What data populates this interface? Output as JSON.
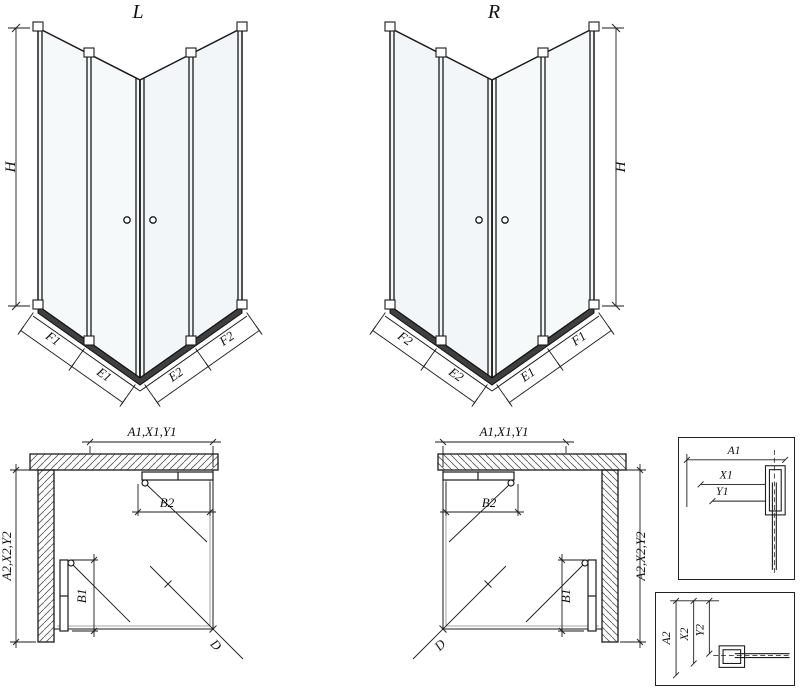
{
  "figure": {
    "iso_left": {
      "variant_label": "L",
      "height_label": "H",
      "bottom_left_outer": "F1",
      "bottom_left_inner": "E1",
      "bottom_right_inner": "E2",
      "bottom_right_outer": "F2"
    },
    "iso_right": {
      "variant_label": "R",
      "height_label": "H",
      "bottom_left_outer": "F2",
      "bottom_left_inner": "E2",
      "bottom_right_inner": "E1",
      "bottom_right_outer": "F1"
    },
    "plan_left": {
      "width_label": "A1,X1,Y1",
      "depth_label": "A2,X2,Y2",
      "door_top_label": "B2",
      "door_side_label": "B1",
      "diagonal_label": "D"
    },
    "plan_right": {
      "width_label": "A1,X1,Y1",
      "depth_label": "A2,X2,Y2",
      "door_top_label": "B2",
      "door_side_label": "B1",
      "diagonal_label": "D"
    },
    "detail_width": {
      "dim1": "A1",
      "dim2": "X1",
      "dim3": "Y1"
    },
    "detail_depth": {
      "dim1": "A2",
      "dim2": "X2",
      "dim3": "Y2"
    }
  }
}
